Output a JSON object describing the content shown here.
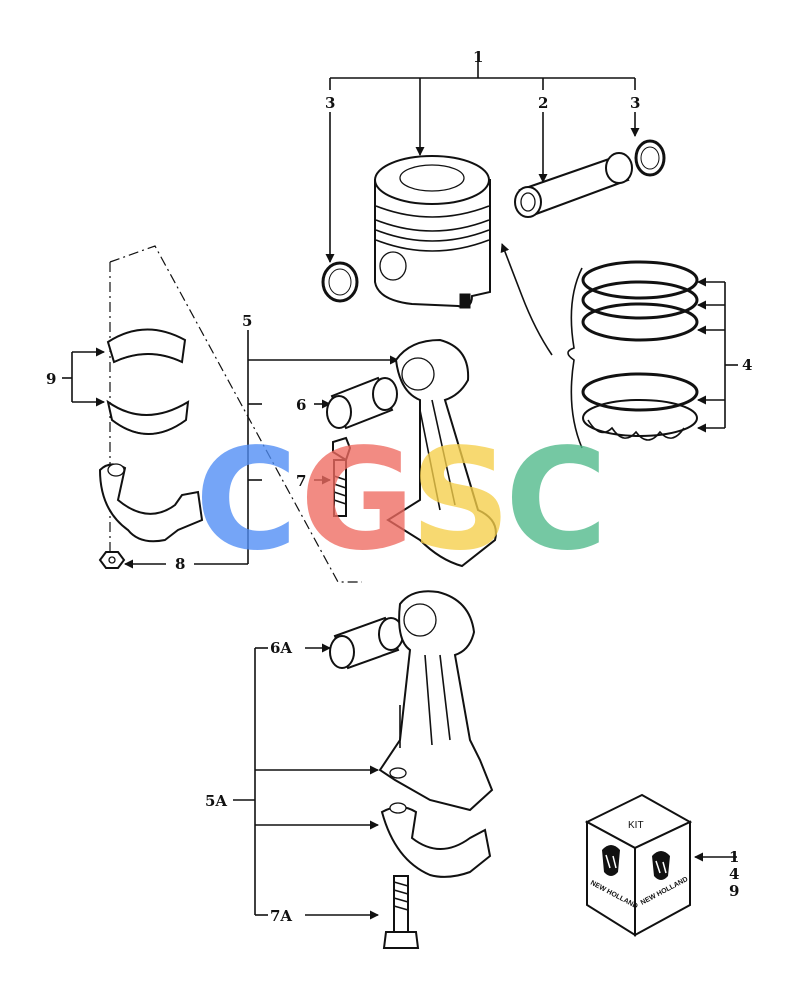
{
  "callouts": {
    "c1": "1",
    "c2": "2",
    "c3a": "3",
    "c3b": "3",
    "c4": "4",
    "c5": "5",
    "c6": "6",
    "c7": "7",
    "c8": "8",
    "c9": "9",
    "c5A": "5A",
    "c6A": "6A",
    "c7A": "7A"
  },
  "kit": {
    "label": "KIT",
    "brand_left": "NEW HOLLAND",
    "brand_right": "NEW HOLLAND",
    "contents": [
      "1",
      "4",
      "9"
    ]
  },
  "watermark": {
    "letters": [
      "C",
      "G",
      "S",
      "C"
    ],
    "colors": [
      "#4f8df5",
      "#ef6b61",
      "#f6cf4a",
      "#4fb98a"
    ]
  }
}
